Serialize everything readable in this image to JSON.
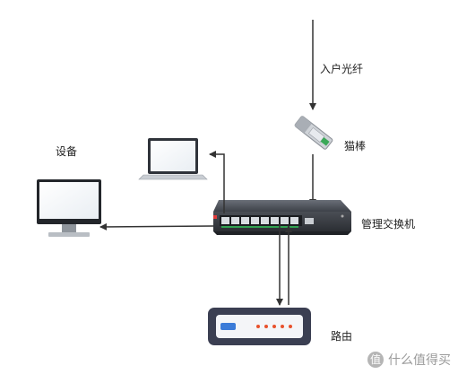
{
  "labels": {
    "fiber": "入户光纤",
    "sfp": "猫棒",
    "switch": "管理交换机",
    "devices": "设备",
    "router": "路由"
  },
  "watermark": {
    "badge": "值",
    "text": "什么值得买"
  },
  "colors": {
    "line": "#333333",
    "router_body": "#3b3f52",
    "router_led": "#e8512c",
    "router_button": "#3b7bd8",
    "switch_port_accent": "#32c65a",
    "switch_body": "#4a4f57"
  }
}
